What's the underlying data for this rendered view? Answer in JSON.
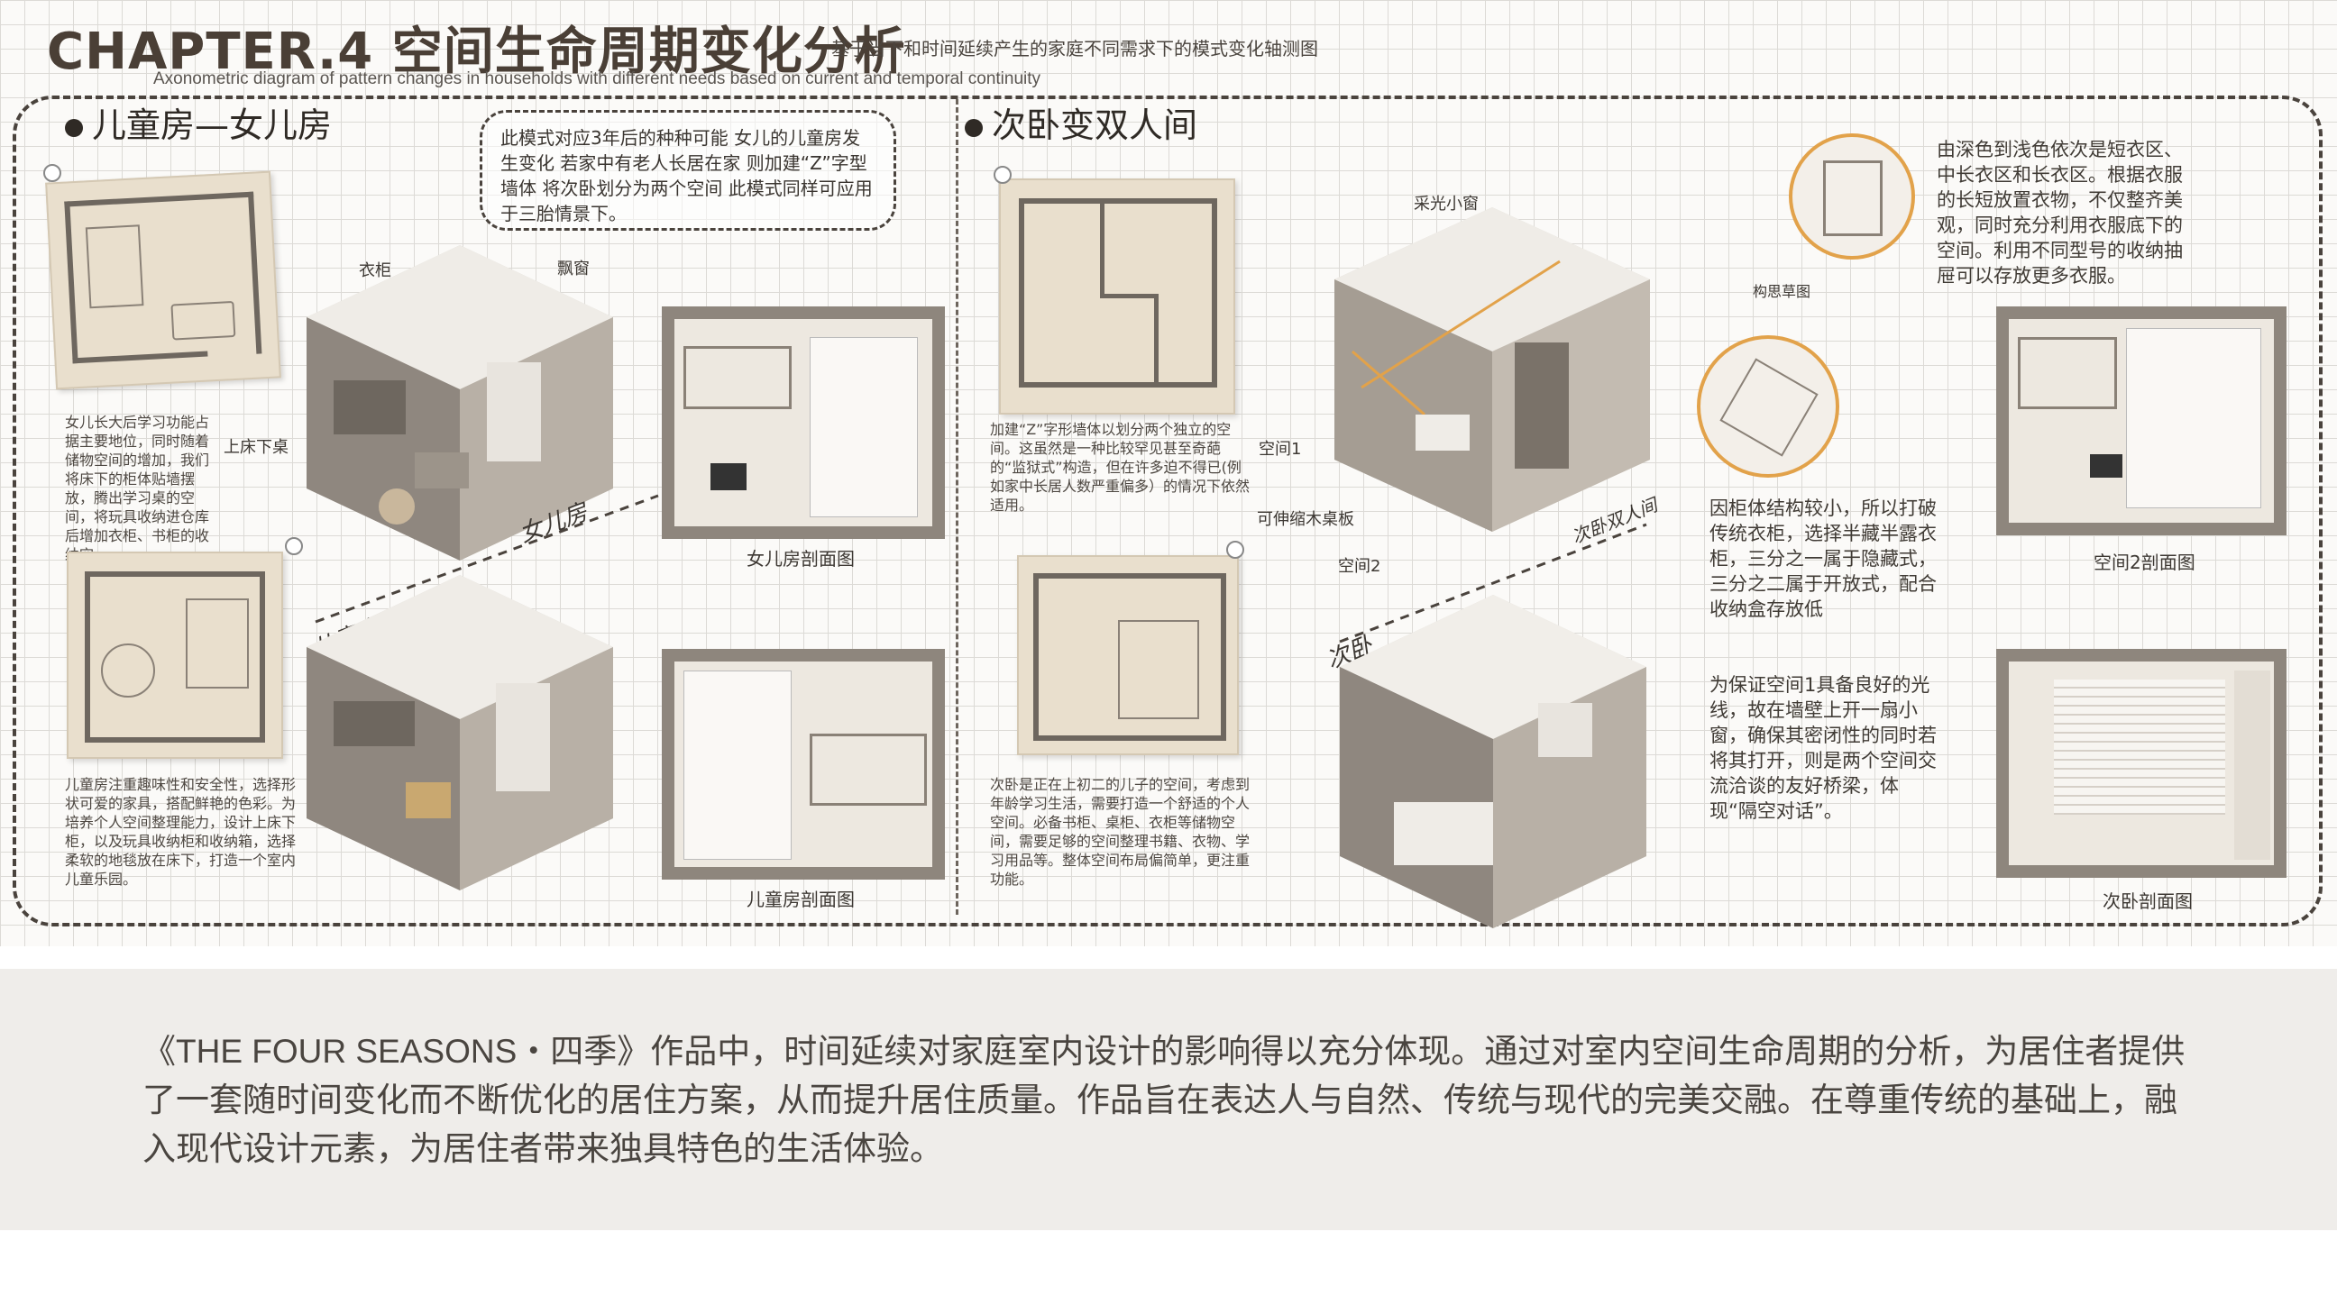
{
  "header": {
    "title": "CHAPTER.4 空间生命周期变化分析",
    "subtitle_cn": "基于当下和时间延续产生的家庭不同需求下的模式变化轴测图",
    "subtitle_en": "Axonometric diagram of pattern changes in households with different needs based on current and temporal continuity"
  },
  "left": {
    "heading": "儿童房—女儿房",
    "note_box": "此模式对应3年后的种种可能 女儿的儿童房发生变化 若家中有老人长居在家 则加建“Z”字型墙体 将次卧划分为两个空间 此模式同样可应用于三胎情景下。",
    "top_text": "女儿长大后学习功能占据主要地位，同时随着储物空间的增加，我们将床下的柜体贴墙摆放，腾出学习桌的空间，将玩具收纳进仓库后增加衣柜、书柜的收纳空",
    "bottom_text": "儿童房注重趣味性和安全性，选择形状可爱的家具，搭配鲜艳的色彩。为培养个人空间整理能力，设计上床下柜，以及玩具收纳柜和收纳箱，选择柔软的地毯放在床下，打造一个室内儿童乐园。",
    "label_wardrobe": "衣柜",
    "label_window": "飘窗",
    "label_loft": "上床下桌",
    "slant_daughter": "女儿房",
    "slant_child": "儿童房",
    "caption_daughter": "女儿房剖面图",
    "caption_child": "儿童房剖面图"
  },
  "right": {
    "heading": "次卧变双人间",
    "top_text": "加建“Z”字形墙体以划分两个独立的空间。这虽然是一种比较罕见甚至奇葩的“监狱式”构造，但在许多迫不得已(例如家中长居人数严重偏多）的情况下依然适用。",
    "bottom_text": "次卧是正在上初二的儿子的空间，考虑到年龄学习生活，需要打造一个舒适的个人空间。必备书柜、桌柜、衣柜等储物空间，需要足够的空间整理书籍、衣物、学习用品等。整体空间布局偏简单，更注重功能。",
    "label_skylight": "采光小窗",
    "label_space1": "空间1",
    "label_desk": "可伸缩木桌板",
    "label_space2": "空间2",
    "label_sketch": "构思草图",
    "slant_double": "次卧双人间",
    "slant_second": "次卧",
    "text_wardrobe": "由深色到浅色依次是短衣区、中长衣区和长衣区。根据衣服的长短放置衣物，不仅整齐美观，同时充分利用衣服底下的空间。利用不同型号的收纳抽屉可以存放更多衣服。",
    "text_cabinet": "因柜体结构较小，所以打破传统衣柜，选择半藏半露衣柜，三分之一属于隐藏式，三分之二属于开放式，配合收纳盒存放低",
    "text_light": "为保证空间1具备良好的光线，故在墙壁上开一扇小窗，确保其密闭性的同时若将其打开，则是两个空间交流洽谈的友好桥梁，体现“隔空对话”。",
    "caption_space2": "空间2剖面图",
    "caption_second": "次卧剖面图"
  },
  "footer": {
    "text": "《THE FOUR SEASONS・四季》作品中，时间延续对家庭室内设计的影响得以充分体现。通过对室内空间生命周期的分析，为居住者提供了一套随时间变化而不断优化的居住方案，从而提升居住质量。作品旨在表达人与自然、传统与现代的完美交融。在尊重传统的基础上，融入现代设计元素，为居住者带来独具特色的生活体验。"
  },
  "colors": {
    "accent_orange": "#e2a24a",
    "wall_dark": "#6e675f",
    "beige": "#e9dfcd"
  }
}
